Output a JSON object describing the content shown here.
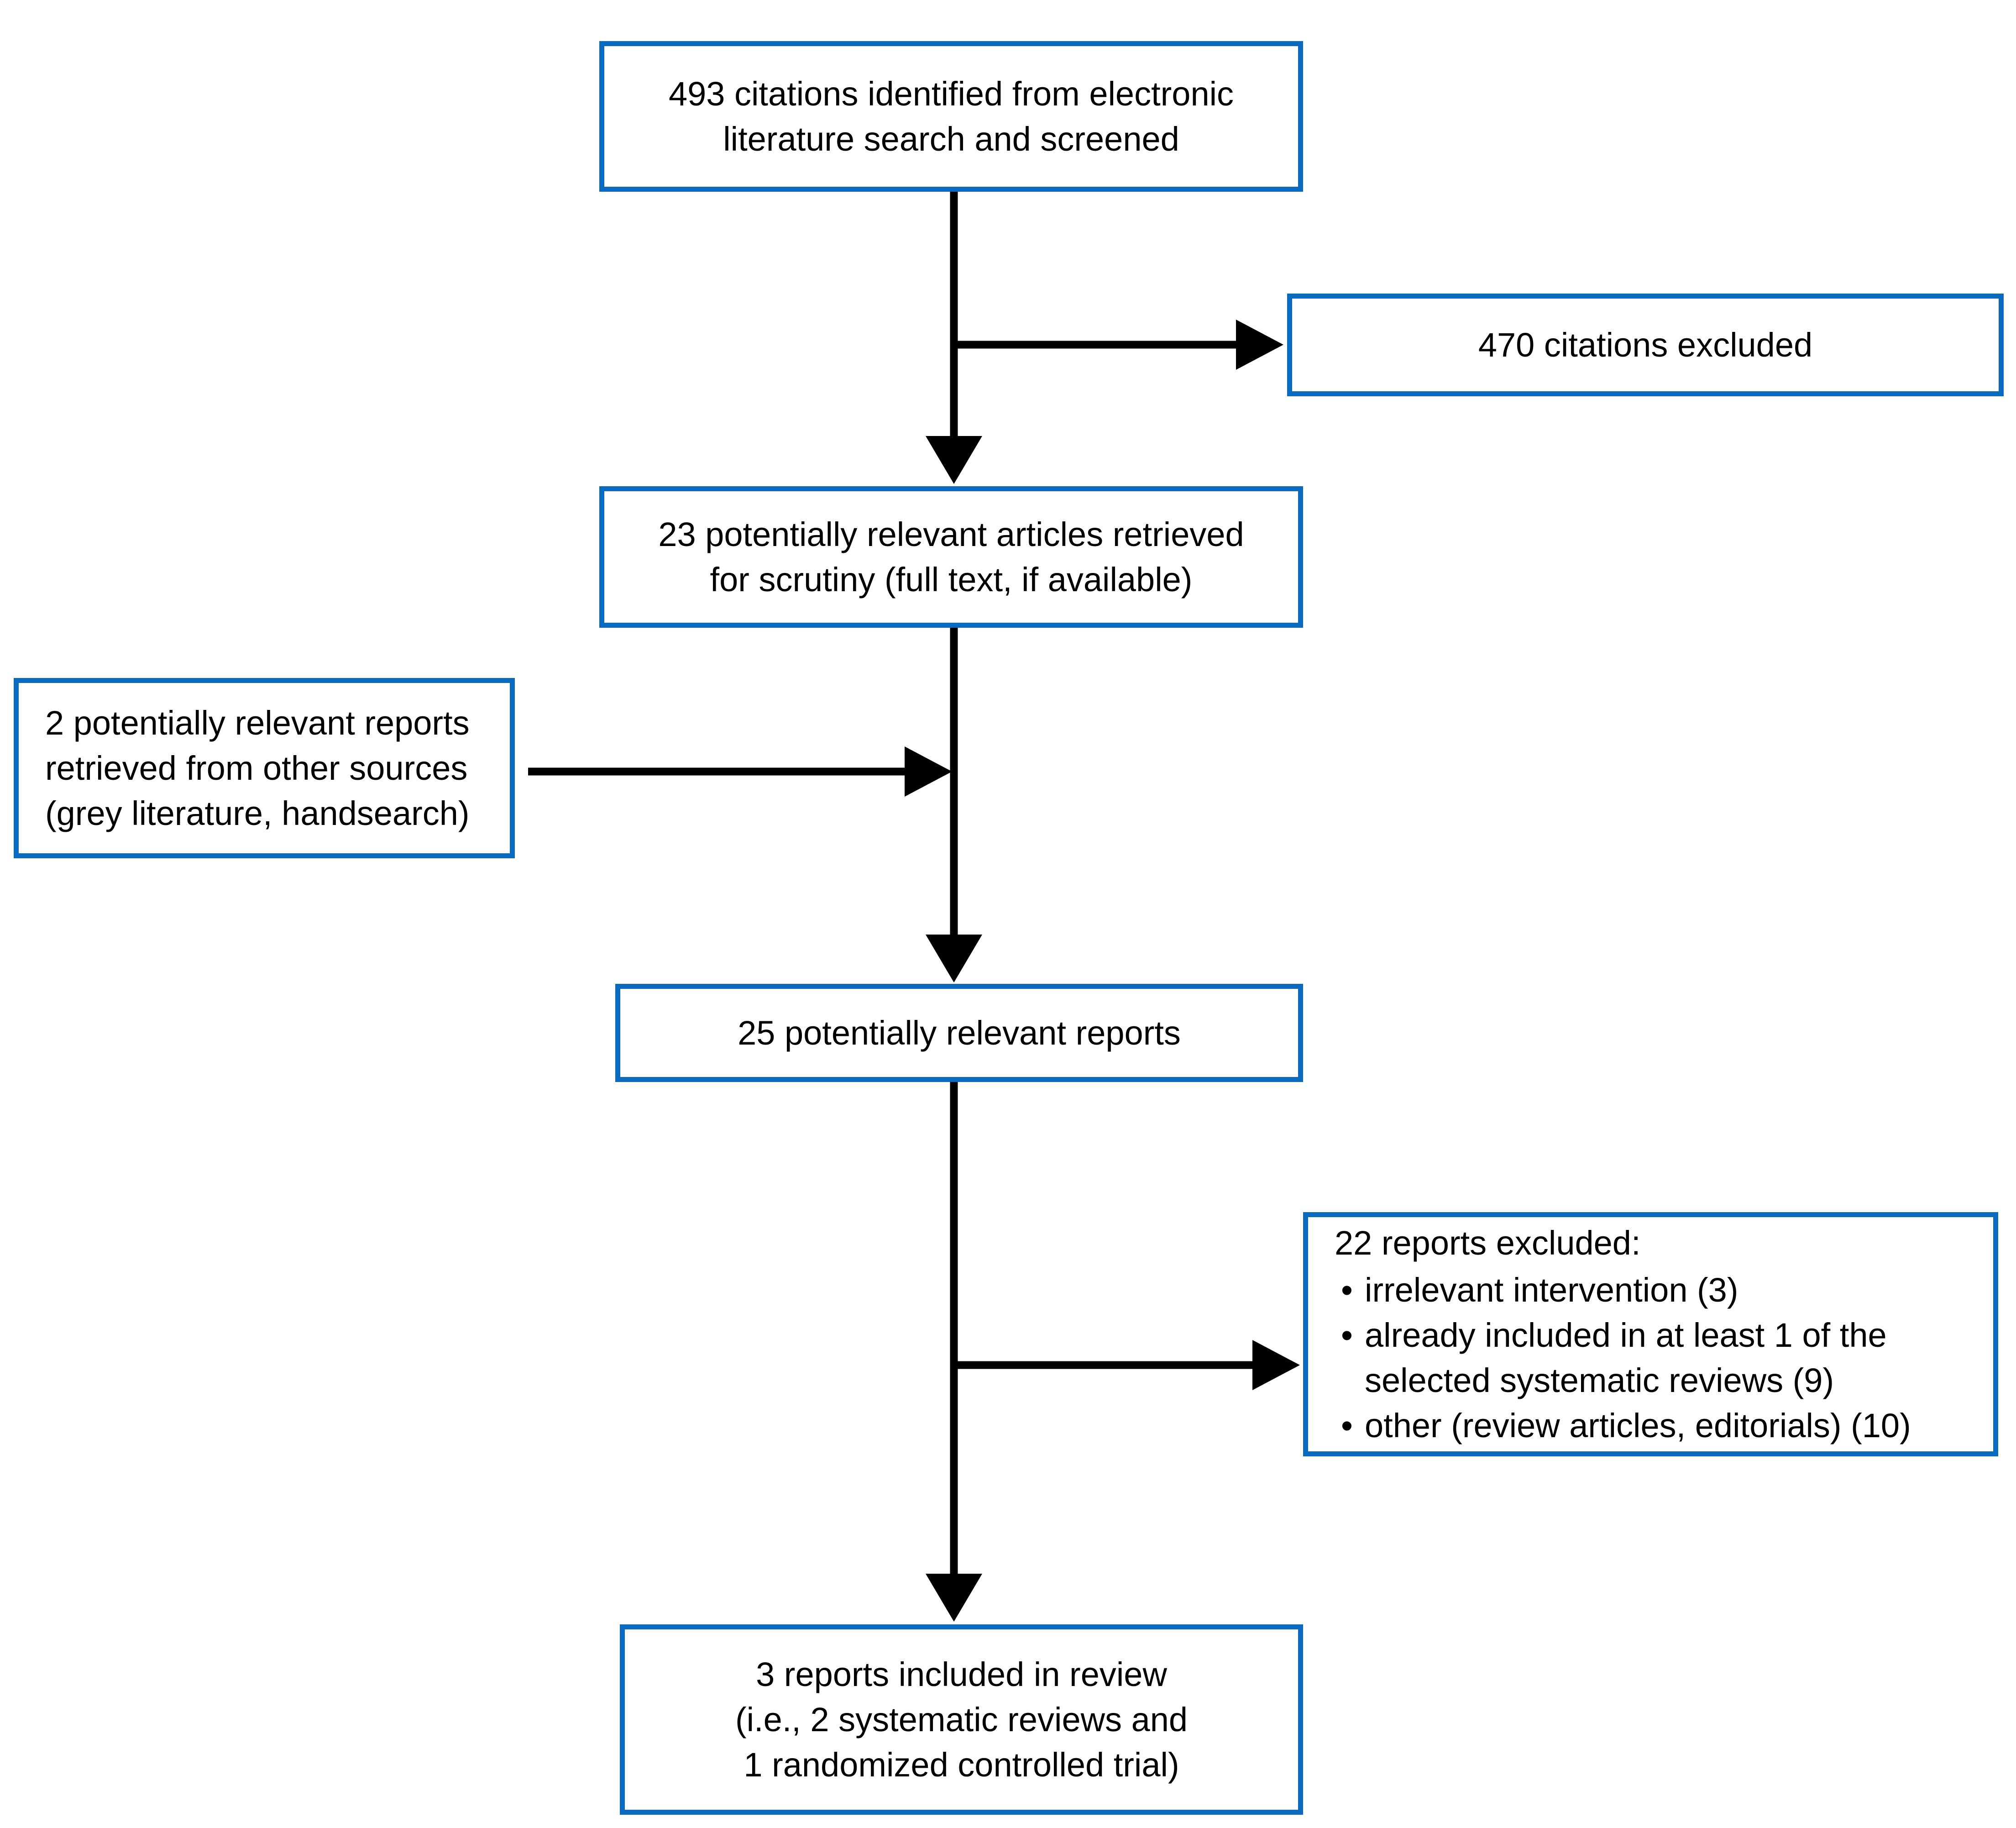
{
  "diagram": {
    "type": "prisma-study-selection-flow",
    "accent_color": "#0a6ac0",
    "line_color": "#000000",
    "background": "#ffffff"
  },
  "nodes": {
    "identified": {
      "line1": "493 citations identified from electronic",
      "line2": "literature search and screened",
      "count": "493"
    },
    "citations_excluded": {
      "text": "470 citations excluded",
      "count": "470"
    },
    "retrieved": {
      "line1": "23 potentially relevant articles retrieved",
      "line2": "for scrutiny (full text, if available)",
      "count": "23"
    },
    "other_sources": {
      "line1": "2 potentially relevant reports",
      "line2": "retrieved from other sources",
      "line3": "(grey literature, handsearch)",
      "count": "2"
    },
    "potentially_relevant": {
      "text": "25 potentially relevant reports",
      "count": "25"
    },
    "reports_excluded": {
      "heading": "22 reports excluded:",
      "count": "22",
      "bullet_glyph": "•",
      "bullets": [
        {
          "line1": "irrelevant intervention (3)",
          "line2": "",
          "count": "3"
        },
        {
          "line1": "already included in at least 1 of the",
          "line2": "selected systematic reviews (9)",
          "count": "9"
        },
        {
          "line1": "other (review articles, editorials) (10)",
          "line2": "",
          "count": "10"
        }
      ]
    },
    "included": {
      "line1": "3 reports included in review",
      "line2": "(i.e., 2 systematic reviews and",
      "line3": "1 randomized controlled trial)",
      "count": "3"
    }
  },
  "connectors": [
    {
      "name": "identified-to-retrieved",
      "orientation": "vertical"
    },
    {
      "name": "identified-to-citations-excluded",
      "orientation": "horizontal"
    },
    {
      "name": "retrieved-to-potentially-relevant",
      "orientation": "vertical"
    },
    {
      "name": "other-sources-to-spine",
      "orientation": "horizontal"
    },
    {
      "name": "potentially-relevant-to-included",
      "orientation": "vertical"
    },
    {
      "name": "potentially-relevant-to-reports-excluded",
      "orientation": "horizontal"
    }
  ]
}
